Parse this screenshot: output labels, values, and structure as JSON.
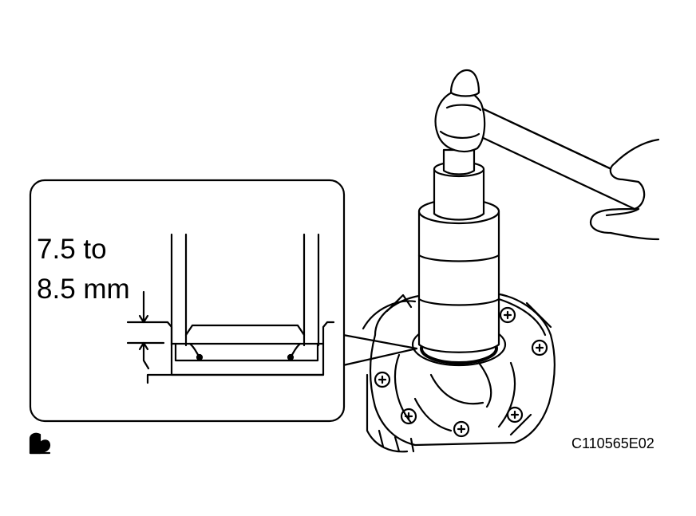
{
  "callout": {
    "dimension_line1": "7.5 to",
    "dimension_line2": "8.5 mm"
  },
  "figure_code": "C110565E02",
  "icons": {
    "apply_grease": "grease-symbol-icon"
  },
  "colors": {
    "line": "#000000",
    "background": "#ffffff"
  }
}
